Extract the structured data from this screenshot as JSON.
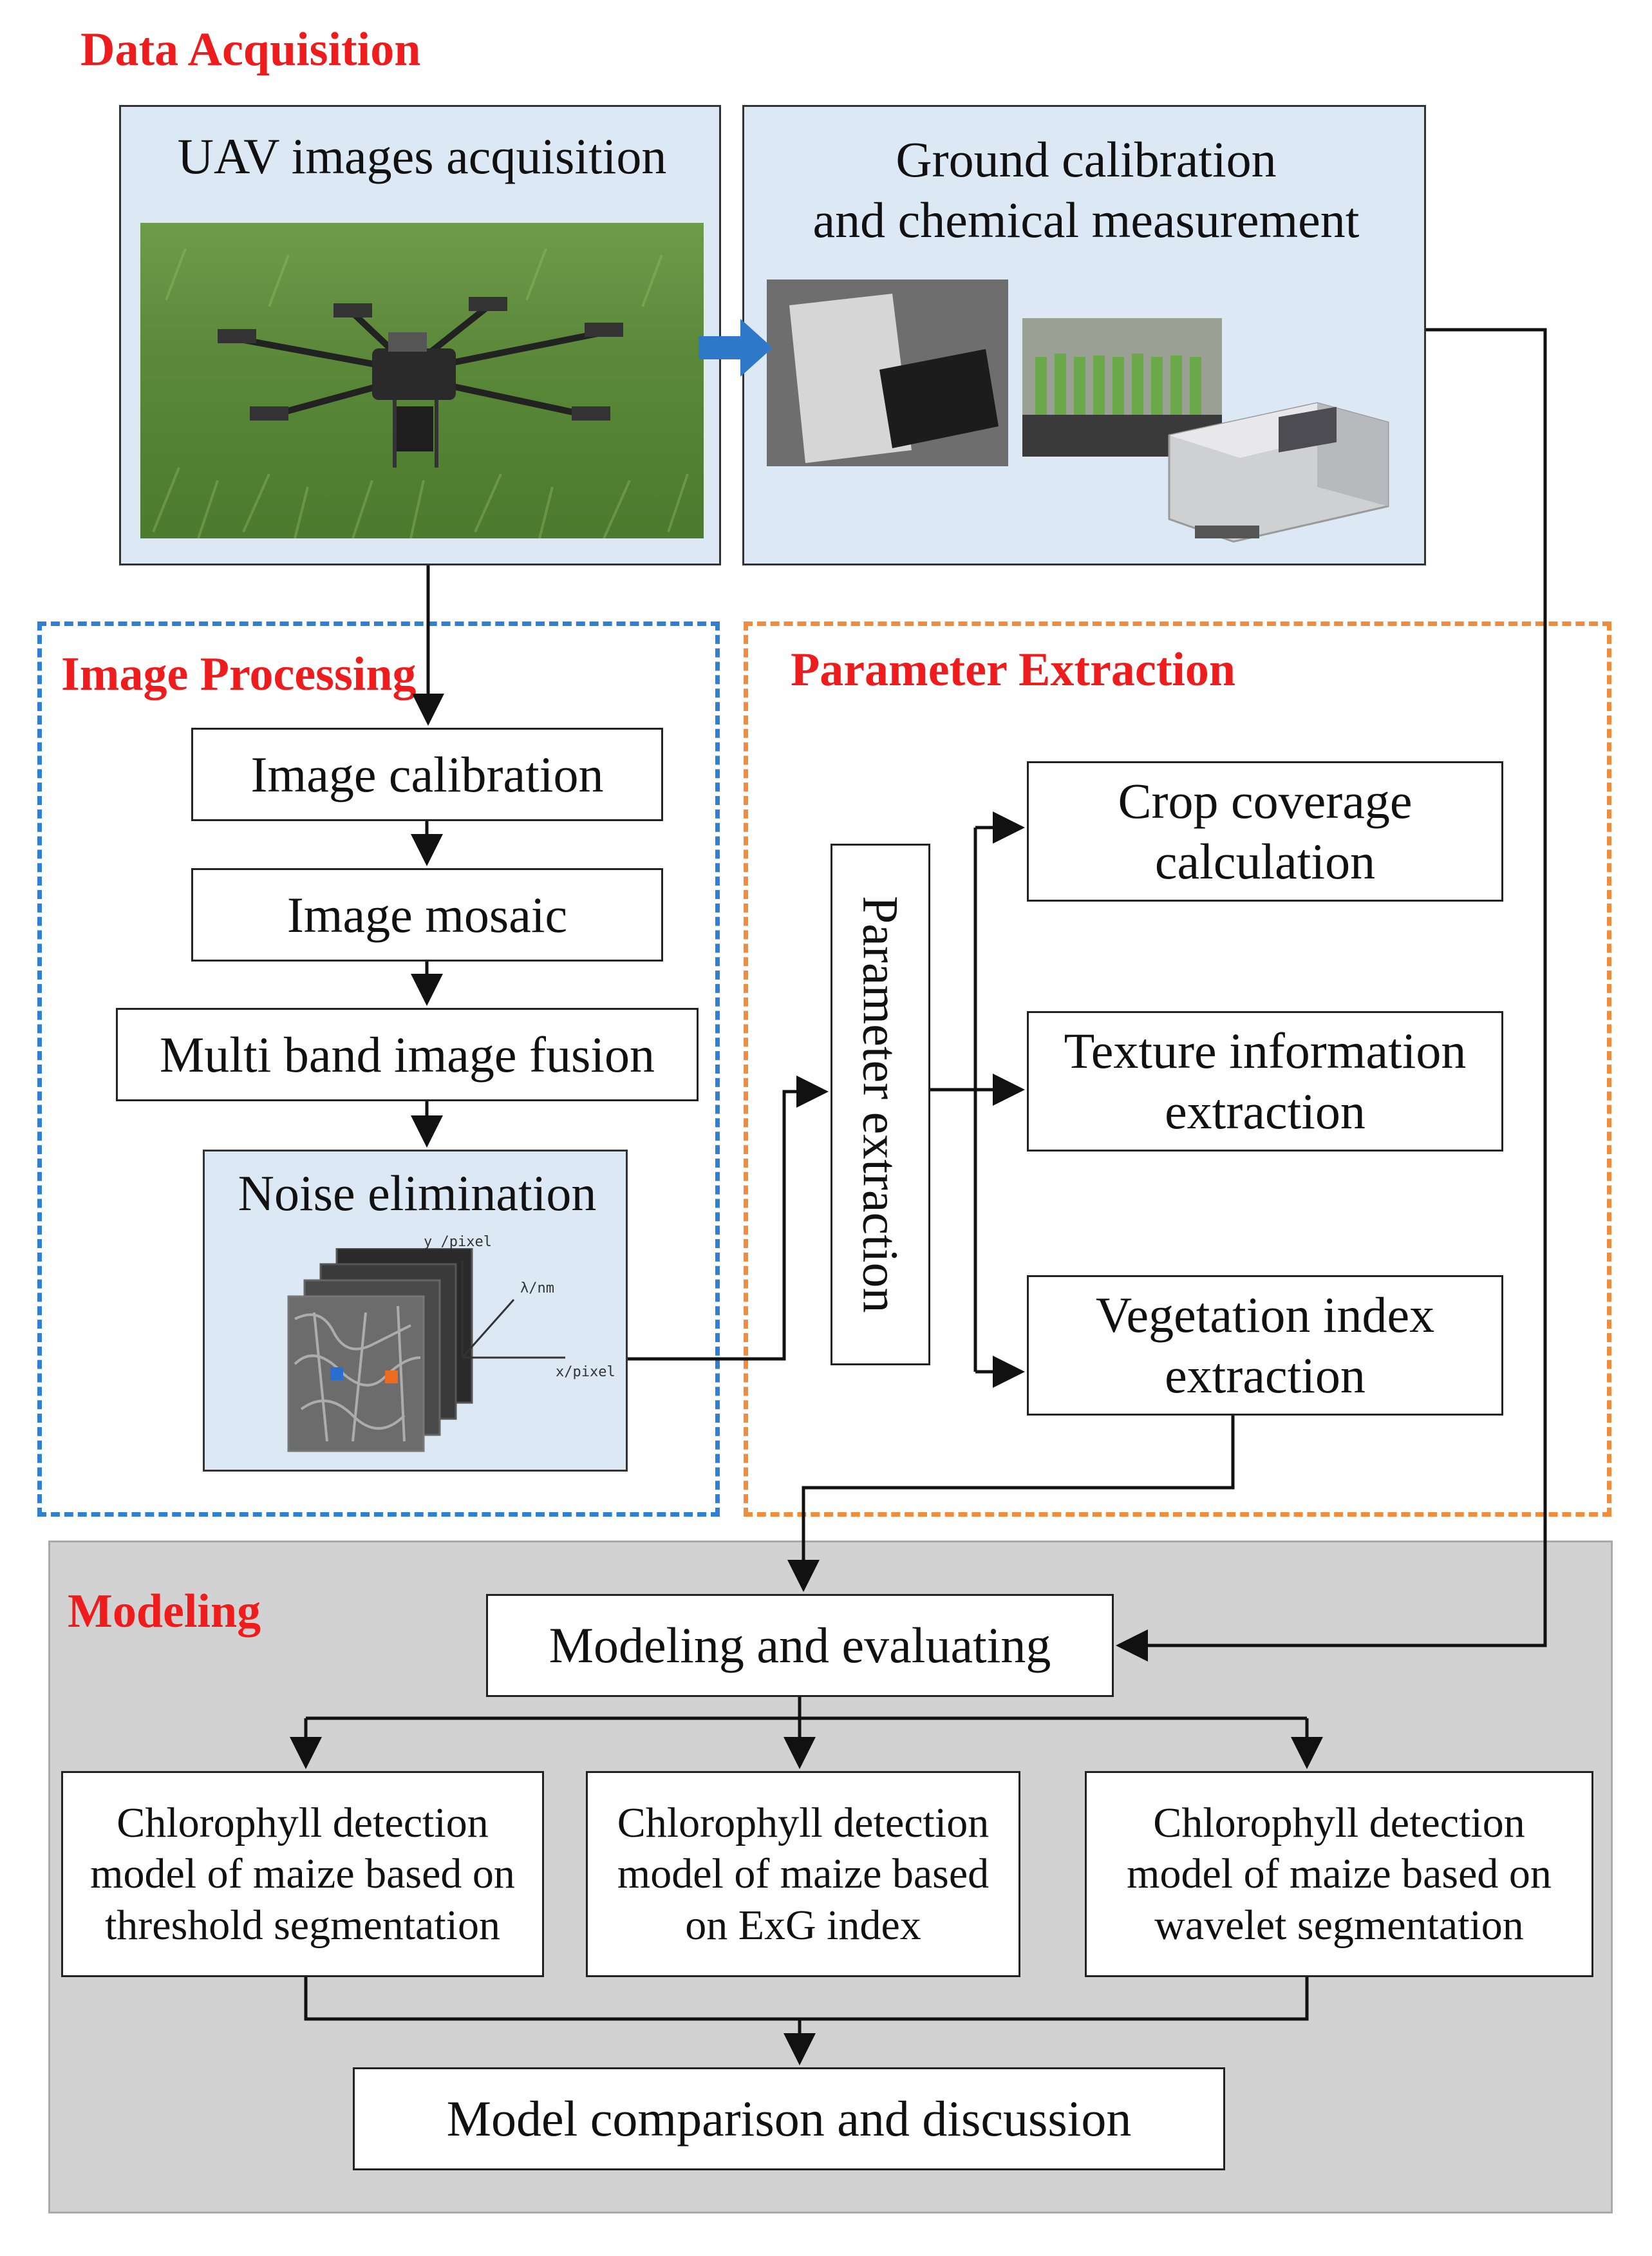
{
  "colors": {
    "title_red": "#ee1c1c",
    "blue_dash": "#2f7fd2",
    "orange_dash": "#f08c3c",
    "panel_blue": "#dce9f5",
    "modeling_gray": "#d2d2d2",
    "arrow_blue": "#2e78c8"
  },
  "sections": {
    "data_acquisition": "Data Acquisition",
    "image_processing": "Image Processing",
    "parameter_extraction": "Parameter Extraction",
    "modeling": "Modeling"
  },
  "acquisition": {
    "uav_title": "UAV images acquisition",
    "ground_title": "Ground  calibration\nand  chemical measurement",
    "uav_photo_icon": "drone-over-grass-photo",
    "calibration_photo_icon": "calibration-panel-photo",
    "lab_photo_icon": "lab-tubes-photo",
    "instrument_photo_icon": "spectrophotometer-photo"
  },
  "processing": {
    "steps": [
      "Image calibration",
      "Image mosaic",
      "Multi band image fusion"
    ],
    "noise_title": "Noise elimination",
    "axis_y": "y /pixel",
    "axis_lambda": "λ/nm",
    "axis_x": "x/pixel"
  },
  "extraction": {
    "vertical_label": "Parameter extraction",
    "items": [
      "Crop coverage\ncalculation",
      "Texture  information\nextraction",
      "Vegetation index\nextraction"
    ]
  },
  "modeling": {
    "evaluate": "Modeling and evaluating",
    "models": [
      "Chlorophyll detection\nmodel of maize based on\nthreshold segmentation",
      "Chlorophyll detection\nmodel of maize based\non ExG index",
      "Chlorophyll detection\nmodel of maize based on\nwavelet segmentation"
    ],
    "comparison": "Model comparison and discussion"
  }
}
